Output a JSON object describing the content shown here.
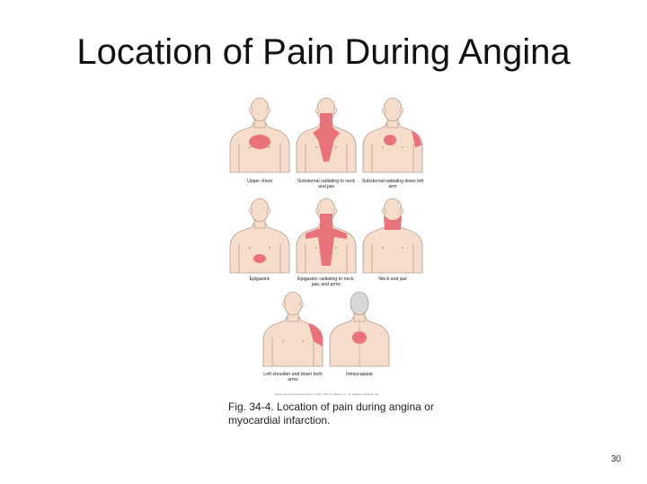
{
  "slide": {
    "title": "Location of Pain During Angina",
    "number": "30"
  },
  "figure": {
    "panels": [
      {
        "label": "Upper chest",
        "region": "upper-chest"
      },
      {
        "label": "Substernal radiating to neck and jaw",
        "region": "substernal-neck-jaw"
      },
      {
        "label": "Substernal radiating down left arm",
        "region": "substernal-left-arm"
      },
      {
        "label": "Epigastric",
        "region": "epigastric"
      },
      {
        "label": "Epigastric radiating to neck, jaw, and arms",
        "region": "epigastric-neck-jaw-arms"
      },
      {
        "label": "Neck and jaw",
        "region": "neck-jaw"
      },
      {
        "label": "Left shoulder and down both arms",
        "region": "left-shoulder-arms"
      },
      {
        "label": "Intrascapular",
        "region": "intrascapular"
      }
    ],
    "copyright": "Mosby items and derived items © 2011, 2007 by Mosby, Inc., an affiliate of Elsevier Inc.",
    "caption": "Fig. 34-4. Location of pain during angina or myocardial infarction.",
    "colors": {
      "skin": "#f6dccb",
      "outline": "#9a7f70",
      "pain": "#e8737a"
    }
  }
}
